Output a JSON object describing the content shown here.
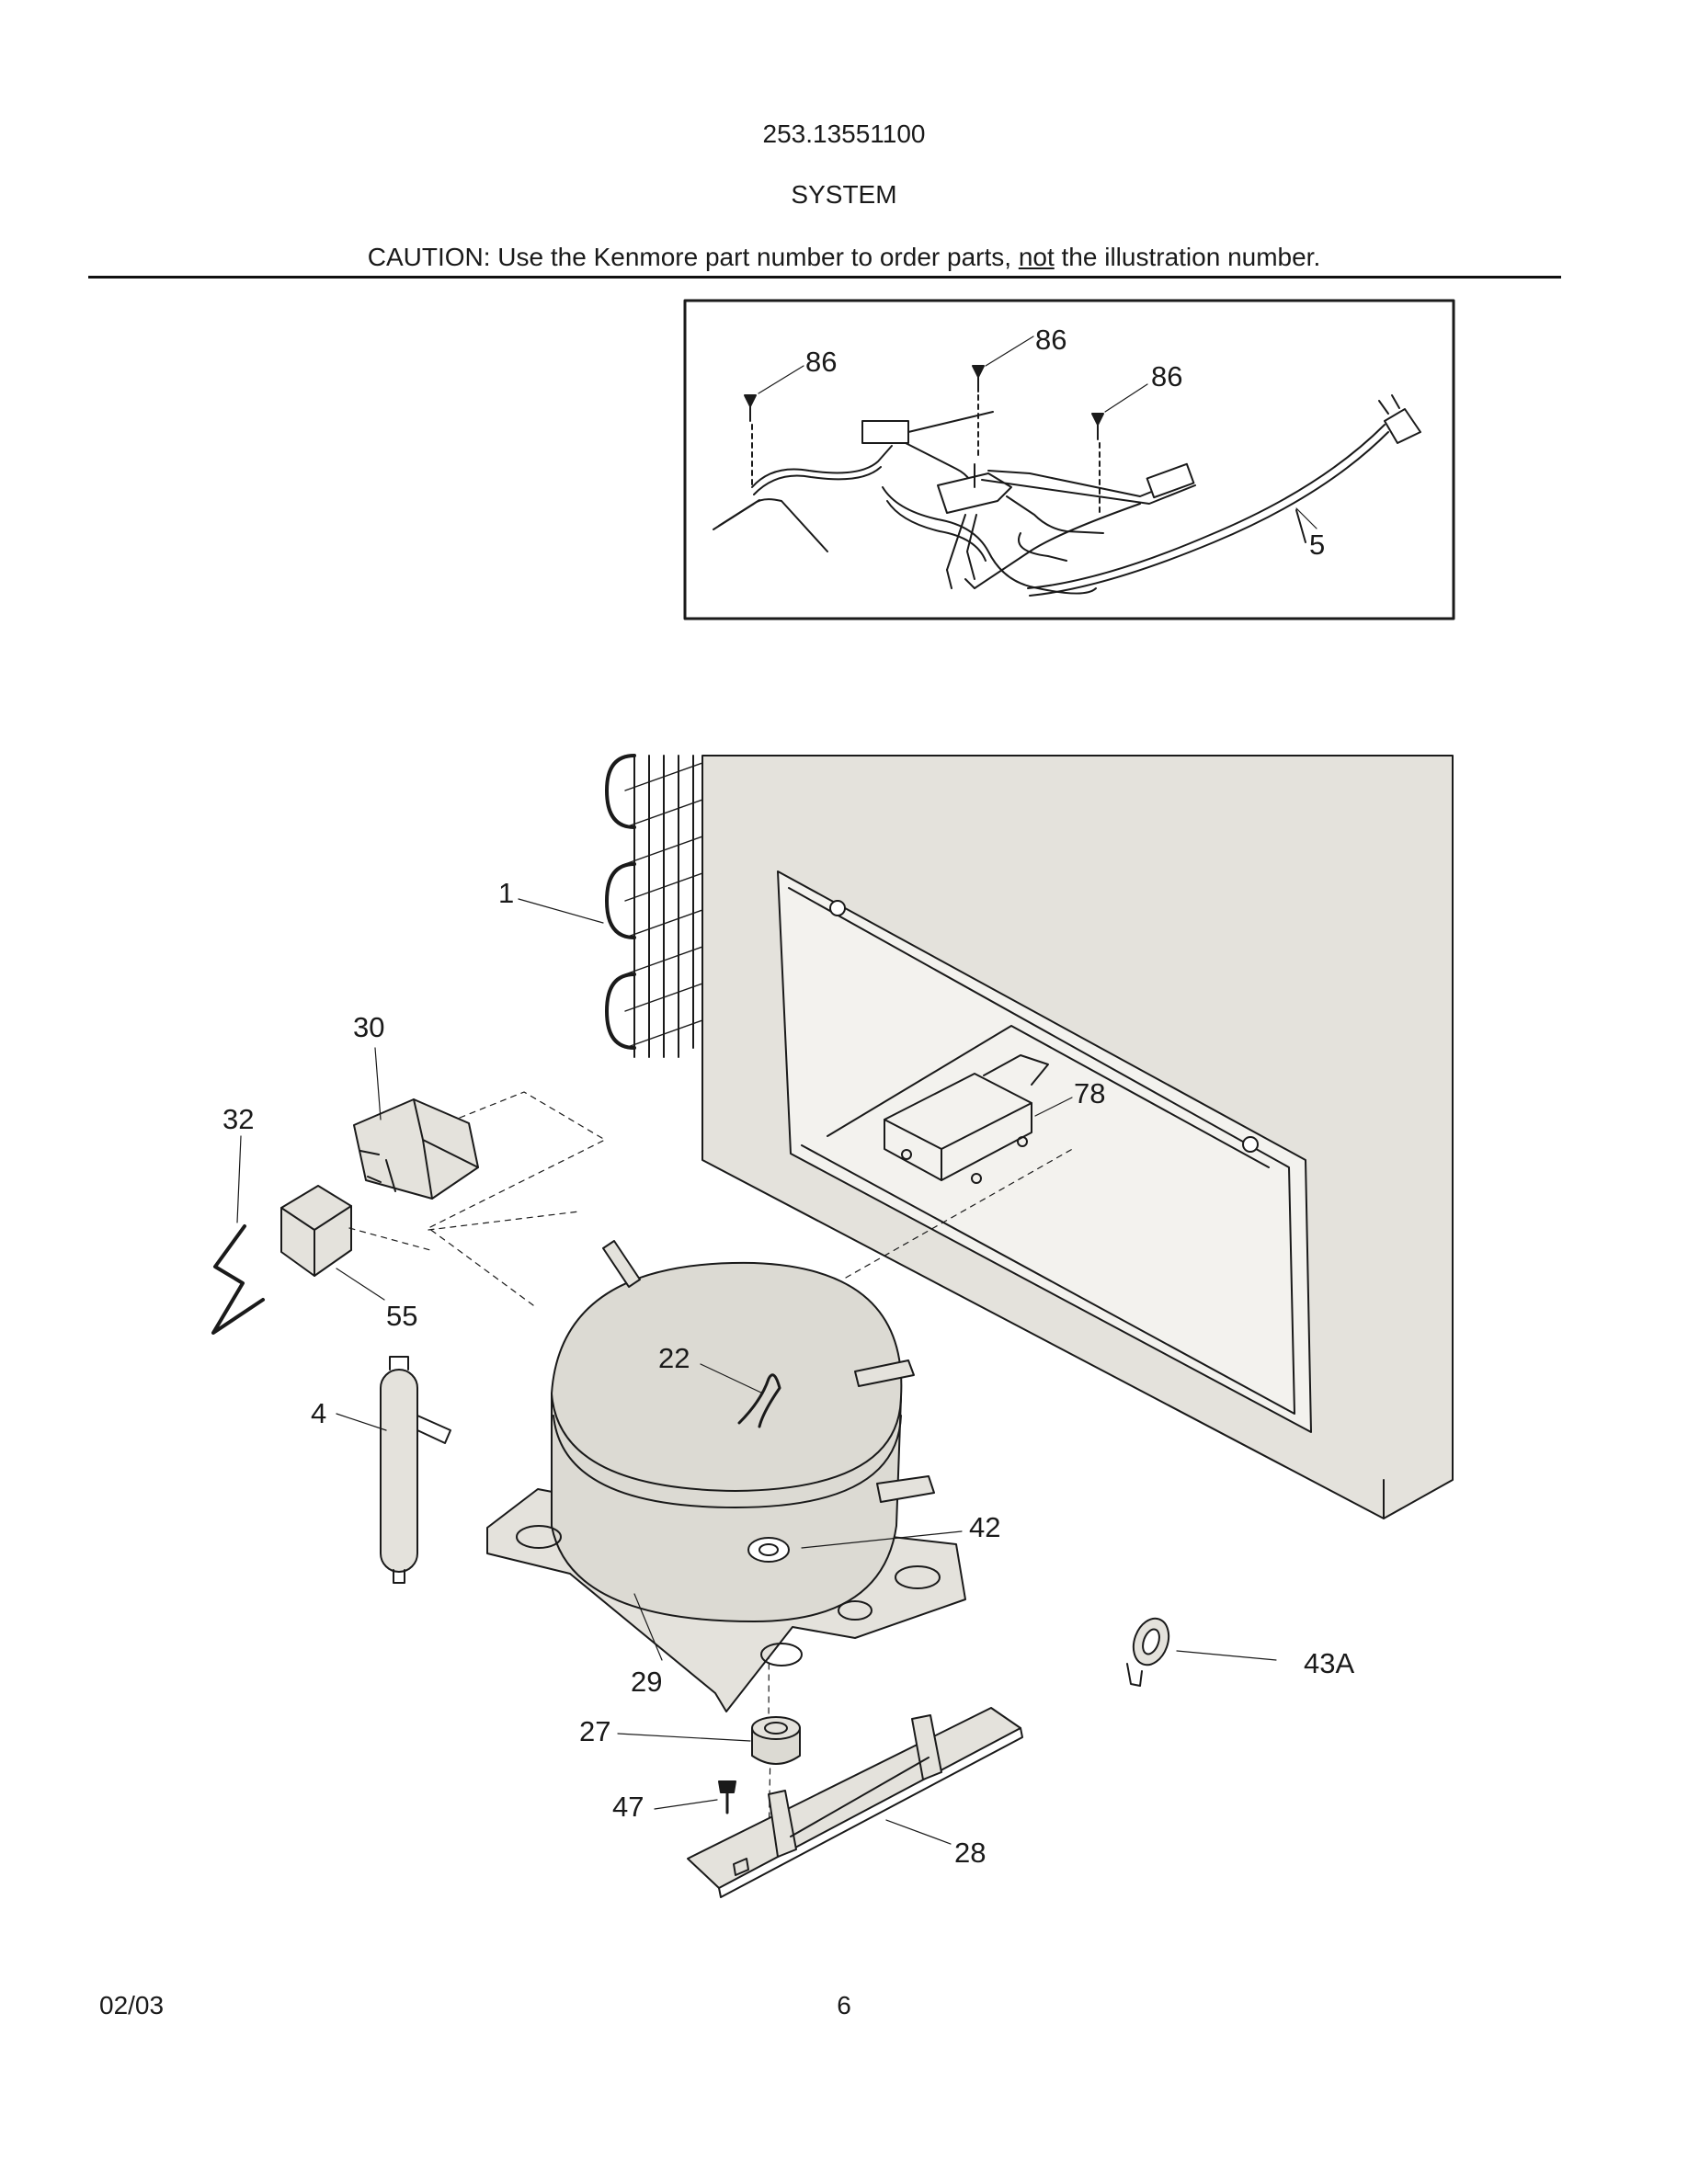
{
  "header": {
    "model_number": "253.13551100",
    "section_title": "SYSTEM",
    "caution_prefix": "CAUTION: Use the Kenmore part number to order parts, ",
    "caution_underlined": "not",
    "caution_suffix": " the illustration number."
  },
  "callouts": {
    "inset_screw_left": "86",
    "inset_screw_mid": "86",
    "inset_screw_right": "86",
    "wire_harness": "5",
    "condenser": "1",
    "relay": "30",
    "wire_clip": "32",
    "overload": "55",
    "drier": "4",
    "control_box": "78",
    "clip": "22",
    "grommet": "42",
    "compressor": "29",
    "tube_clamp": "43A",
    "mount_grommet": "27",
    "screw": "47",
    "mount_plate": "28"
  },
  "footer": {
    "date": "02/03",
    "page": "6"
  },
  "colors": {
    "ink": "#1a1a1a",
    "cabinet_fill": "#e4e2dc",
    "part_fill": "#dcdad3",
    "background": "#ffffff"
  }
}
